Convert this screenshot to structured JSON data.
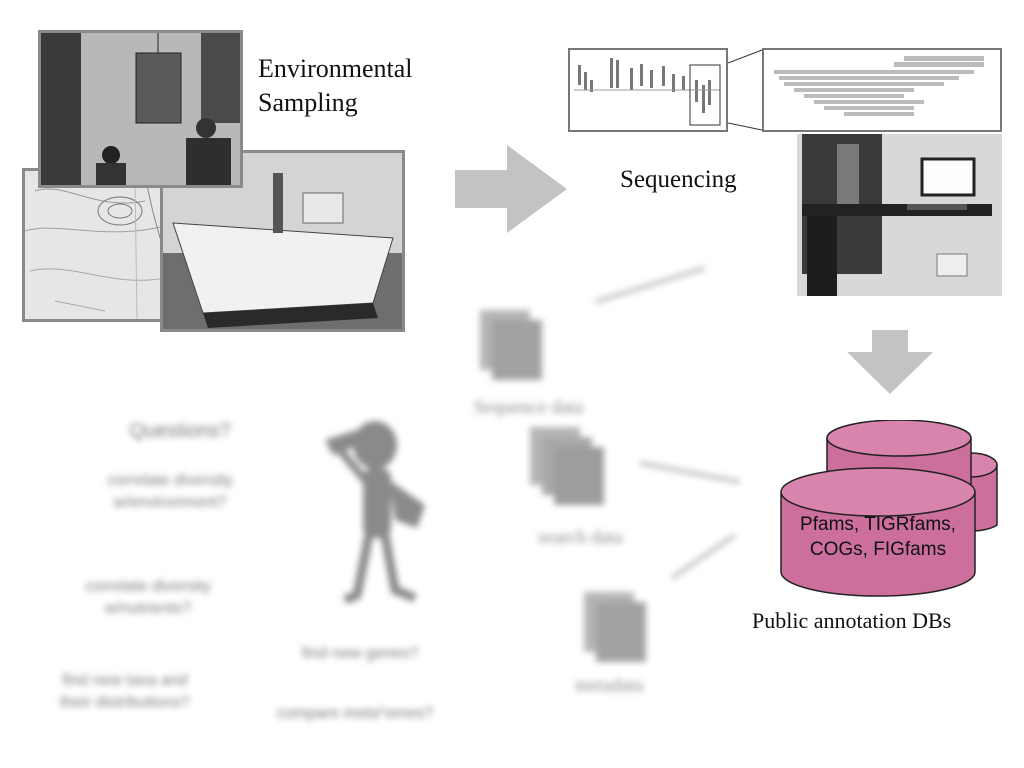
{
  "sampling": {
    "title_line1": "Environmental",
    "title_line2": "Sampling"
  },
  "sequencing": {
    "label": "Sequencing"
  },
  "databases": {
    "line1": "Pfams, TIGRfams,",
    "line2": "COGs, FIGfams",
    "caption": "Public annotation DBs",
    "fill_color": "#cc6f9c"
  },
  "data_items": {
    "sequence": "Sequence data",
    "search": "search data",
    "meta": "metadata"
  },
  "questions": {
    "header": "Questions?",
    "q1_line1": "correlate diversity",
    "q1_line2": "w/environment?",
    "q2_line1": "correlate diversity",
    "q2_line2": "w/nutrients?",
    "q3_line1": "find new taxa and",
    "q3_line2": "their distributions?",
    "q4": "find new genes?",
    "q5": "compare meta*omes?"
  }
}
